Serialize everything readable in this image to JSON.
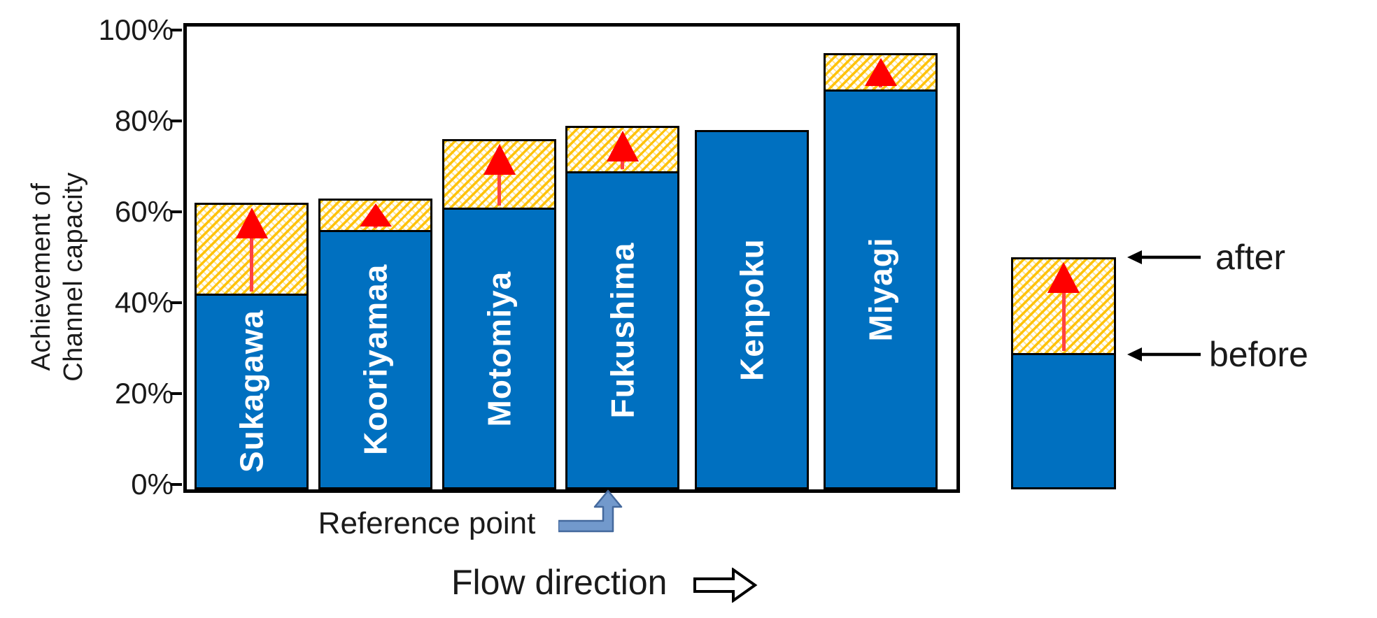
{
  "figure": {
    "y_axis": {
      "title_line1": "Achievement of",
      "title_line2": "Channel capacity",
      "tick_labels": [
        "100%",
        "80%",
        "60%",
        "40%",
        "20%",
        "0%"
      ],
      "tick_values": [
        100,
        80,
        60,
        40,
        20,
        0
      ]
    },
    "x_axis": {
      "reference_point_label": "Reference point",
      "flow_direction_label": "Flow direction"
    },
    "legend": {
      "after_label": "after",
      "before_label": "before"
    },
    "colors": {
      "bar_blue": "#0070C0",
      "hatch_orange": "#FFC000",
      "arrow_red": "#FF0000",
      "elbow_arrow_blue": "#7299CC",
      "frame_black": "#000000"
    }
  },
  "chart_data": {
    "type": "bar",
    "categories": [
      "Sukagawa",
      "Kooriyamaa",
      "Motomiya",
      "Fukushima",
      "Kenpoku",
      "Miyagi"
    ],
    "series": [
      {
        "name": "before",
        "values": [
          42,
          56,
          61,
          69,
          78,
          87
        ]
      },
      {
        "name": "after",
        "values": [
          62,
          63,
          76,
          79,
          78,
          95
        ]
      }
    ],
    "title": "",
    "xlabel": "Flow direction",
    "ylabel": "Achievement of Channel capacity",
    "ylim": [
      0,
      100
    ],
    "y_ticks_percent": [
      0,
      20,
      40,
      60,
      80,
      100
    ],
    "grid": false,
    "legend_position": "right",
    "notes": {
      "hatched_region_meaning": "increase from before to after (red arrow)",
      "reference_point_bar": "Fukushima",
      "legend_example": {
        "before": 29,
        "after": 50
      }
    }
  }
}
